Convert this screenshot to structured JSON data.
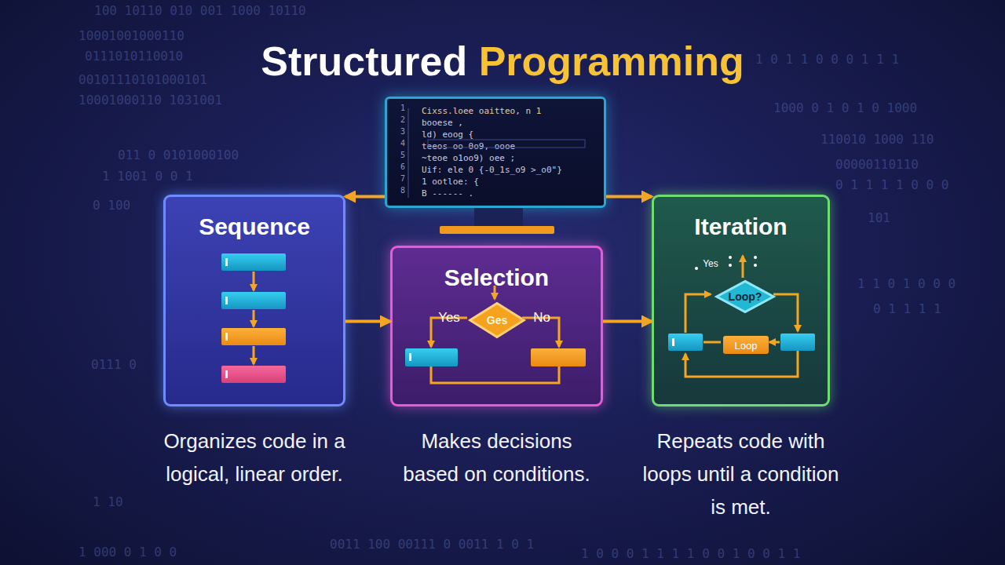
{
  "diagram": {
    "title": "Structured Programming",
    "nodes": [
      {
        "text": [
          "Cixss.loee oaitteo, n 1",
          "booese ,",
          "ld) eoog {",
          "teeos oo 0o9, oooe",
          "~teoe o1oo9) oee ;",
          "Uif: ele 0 {-0_1s_o9 >_o0\"}",
          "1 ootloe: {",
          "B ------ ."
        ]
      },
      {
        "text": [
          "Sequence",
          "Organizes code in a logical, linear order."
        ]
      },
      {
        "text": [
          "Selection",
          "Makes decisions based on conditions."
        ]
      },
      {
        "text": [
          "Ges"
        ],
        "in": 2
      },
      {
        "text": [
          "Iteration",
          "Repeats code with loops until a condition is met."
        ]
      },
      {
        "text": [
          "Loop?"
        ],
        "in": 4
      },
      {
        "text": [
          "Loop"
        ],
        "in": 4
      }
    ],
    "edges": [
      {
        "from": 0,
        "to": 1,
        "arrow": "to"
      },
      {
        "from": 0,
        "to": 4,
        "arrow": "to"
      },
      {
        "from": 1,
        "to": 2,
        "arrow": "to"
      },
      {
        "from": 2,
        "to": 4,
        "arrow": "to"
      }
    ],
    "labels": [
      "Yes",
      "No",
      "Yes",
      "1",
      "2",
      "3",
      "4",
      "5",
      "6",
      "7",
      "8",
      "100 10110 010 001 1000 10110",
      "10001001000110",
      "0111010110010",
      "00101110101000101",
      "10001000110 1031001",
      "011 0 0101000100",
      "1 1001 0 0 1",
      "0 100",
      "0111 0",
      "1 10",
      "1 000 0 1 0 0",
      "1 0 1 1 0 0 0 1 1 1",
      "1000 0 1 0 1 0 1000",
      "110010 1000 110",
      "00000110110",
      "0 1 1 1 1 0 0 0",
      "101",
      "1 1 0 1 0 0 0",
      "0 1 1 1 1",
      "0011 100 00111 0 0011 1 0 1",
      "1 0 0 0 1 1 1 1 0 0 1 0 0 1 1"
    ]
  }
}
